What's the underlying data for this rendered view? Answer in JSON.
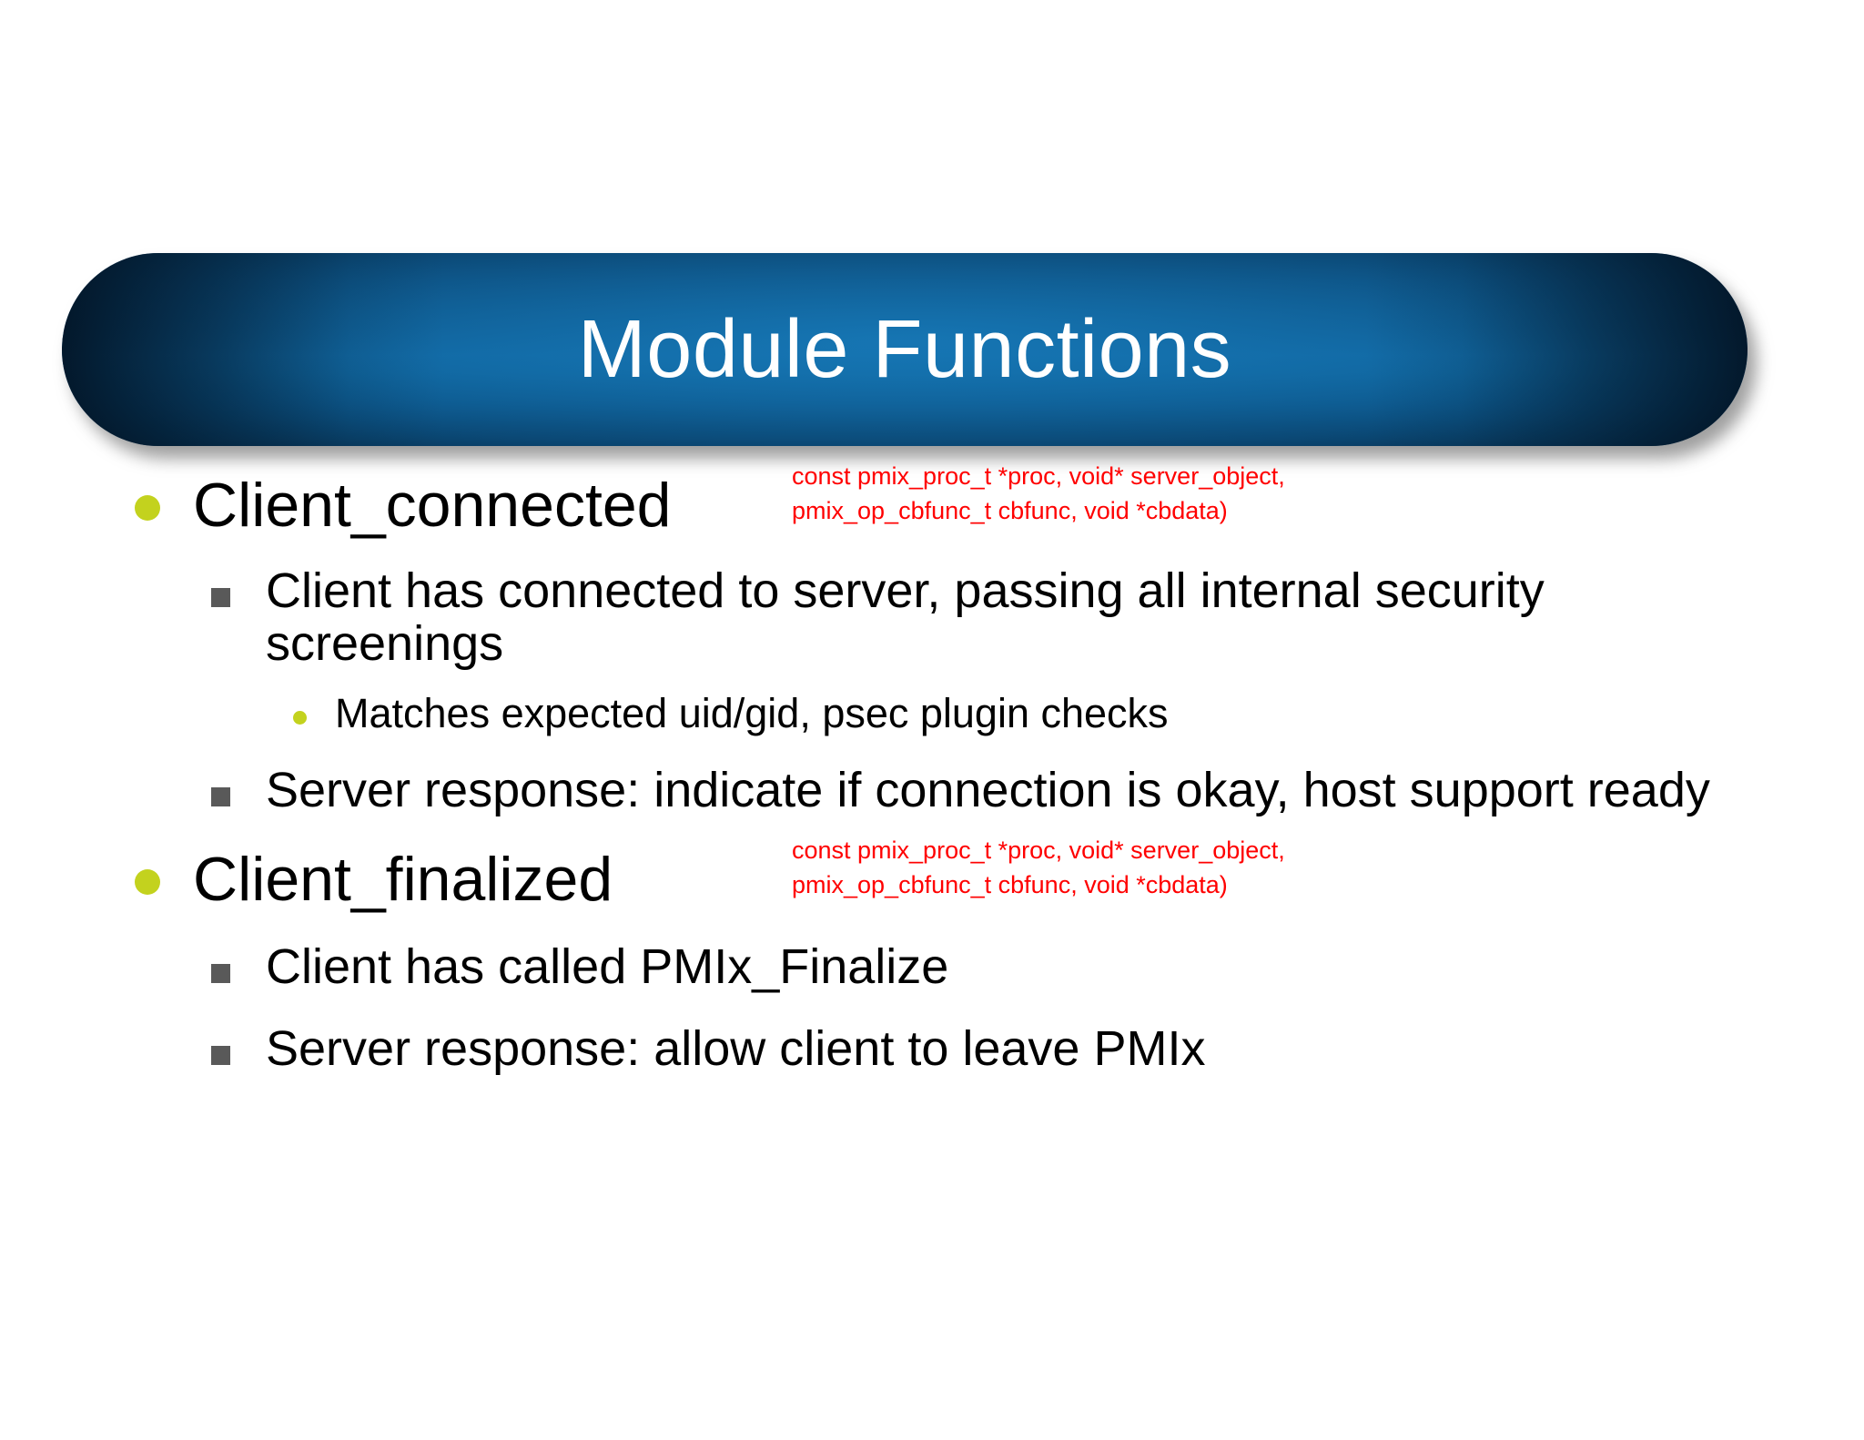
{
  "slide": {
    "title": "Module Functions",
    "title_banner_color": "#1576b4",
    "background_color": "#ffffff",
    "bullet_color_level1": "#c3d21e",
    "bullet_color_level2": "#595959",
    "bullet_color_level3": "#c3d21e",
    "annotation_color": "#ff0000"
  },
  "content": {
    "items": [
      {
        "level": 1,
        "text": "Client_connected",
        "annotation_line1": "const pmix_proc_t *proc, void* server_object,",
        "annotation_line2": "pmix_op_cbfunc_t cbfunc, void *cbdata)"
      },
      {
        "level": 2,
        "text": "Client has connected to server, passing all internal security screenings"
      },
      {
        "level": 3,
        "text": "Matches expected uid/gid, psec plugin checks"
      },
      {
        "level": 2,
        "text": "Server response: indicate if connection is okay, host support ready"
      },
      {
        "level": 1,
        "text": "Client_finalized",
        "annotation_line1": "const pmix_proc_t *proc, void* server_object,",
        "annotation_line2": "pmix_op_cbfunc_t cbfunc, void *cbdata)"
      },
      {
        "level": 2,
        "text": "Client has called PMIx_Finalize"
      },
      {
        "level": 2,
        "text": "Server response: allow client to leave PMIx"
      }
    ]
  }
}
